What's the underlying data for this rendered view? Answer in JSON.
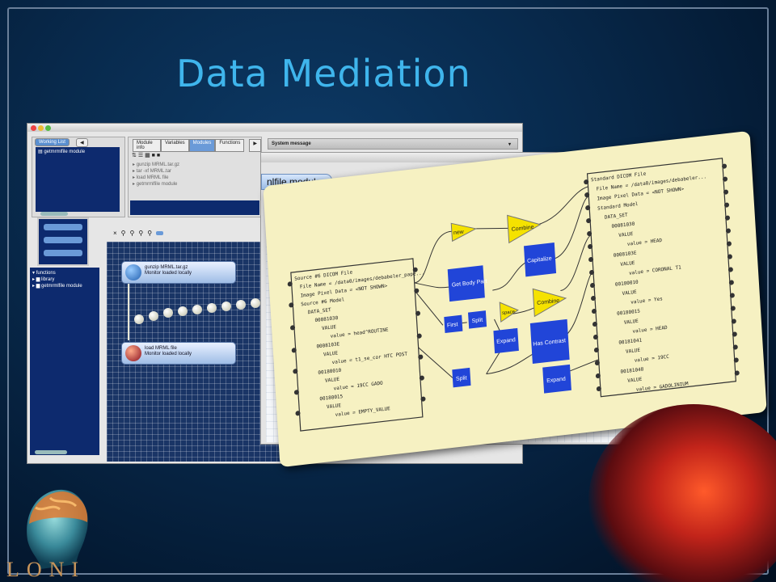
{
  "slide": {
    "title": "Data Mediation"
  },
  "app": {
    "working_list_tab": "Working List",
    "working_list_item": "getmrmlfile module",
    "module_tabs": [
      "Module info",
      "Variables",
      "Modules",
      "Functions"
    ],
    "module_list": [
      "gunzip MRML.tar.gz",
      "tar -xf MRML.tar",
      "load MRML file",
      "getmrmlfile module"
    ],
    "system_message": "System message",
    "tree": [
      "functions",
      "library",
      "getmrmlfile module"
    ],
    "nodes": [
      {
        "title": "gunzip MRML.tar.gz",
        "status": "Monitor loaded locally"
      },
      {
        "title": "load MRML file",
        "status": "Monitor loaded locally"
      }
    ],
    "toolbar_close": "×"
  },
  "back_window": {
    "module_button": "nlfile module"
  },
  "diagram": {
    "left_panel": [
      "Source #6 DICOM File",
      "File Name = /data0/images/debabeler_pape...",
      "Image Pixel Data = <NOT SHOWN>",
      "Source #6 Model",
      "DATA_SET",
      "00081030",
      "VALUE",
      "value = head^ROUTINE",
      "0008103E",
      "VALUE",
      "value = t1_se_cor HTC POST",
      "00180010",
      "VALUE",
      "value = 19CC GADO",
      "00180015",
      "VALUE",
      "value = EMPTY_VALUE"
    ],
    "right_panel": [
      "Standard DICOM File",
      "File Name = /data0/images/debabeler...",
      "Image Pixel Data = <NOT SHOWN>",
      "Standard Model",
      "DATA_SET",
      "00081030",
      "VALUE",
      "value = HEAD",
      "0008103E",
      "VALUE",
      "value = CORONAL T1",
      "00180010",
      "VALUE",
      "value = Yes",
      "00180015",
      "VALUE",
      "value = HEAD",
      "00181041",
      "VALUE",
      "value = 19CC",
      "00181048",
      "VALUE",
      "value = GADOLINIUM"
    ],
    "boxes": [
      "Get Body Part",
      "Capitalize",
      "First",
      "Split",
      "Expand",
      "Has Contrast",
      "Split",
      "Expand"
    ],
    "triangles": [
      "new",
      "Combine",
      "space",
      "Combine"
    ]
  },
  "logo": {
    "word": "LONI"
  },
  "colors": {
    "title": "#3fb5ec",
    "box": "#2145d8",
    "triangle": "#f5e200",
    "paper": "#f6f1c2"
  }
}
